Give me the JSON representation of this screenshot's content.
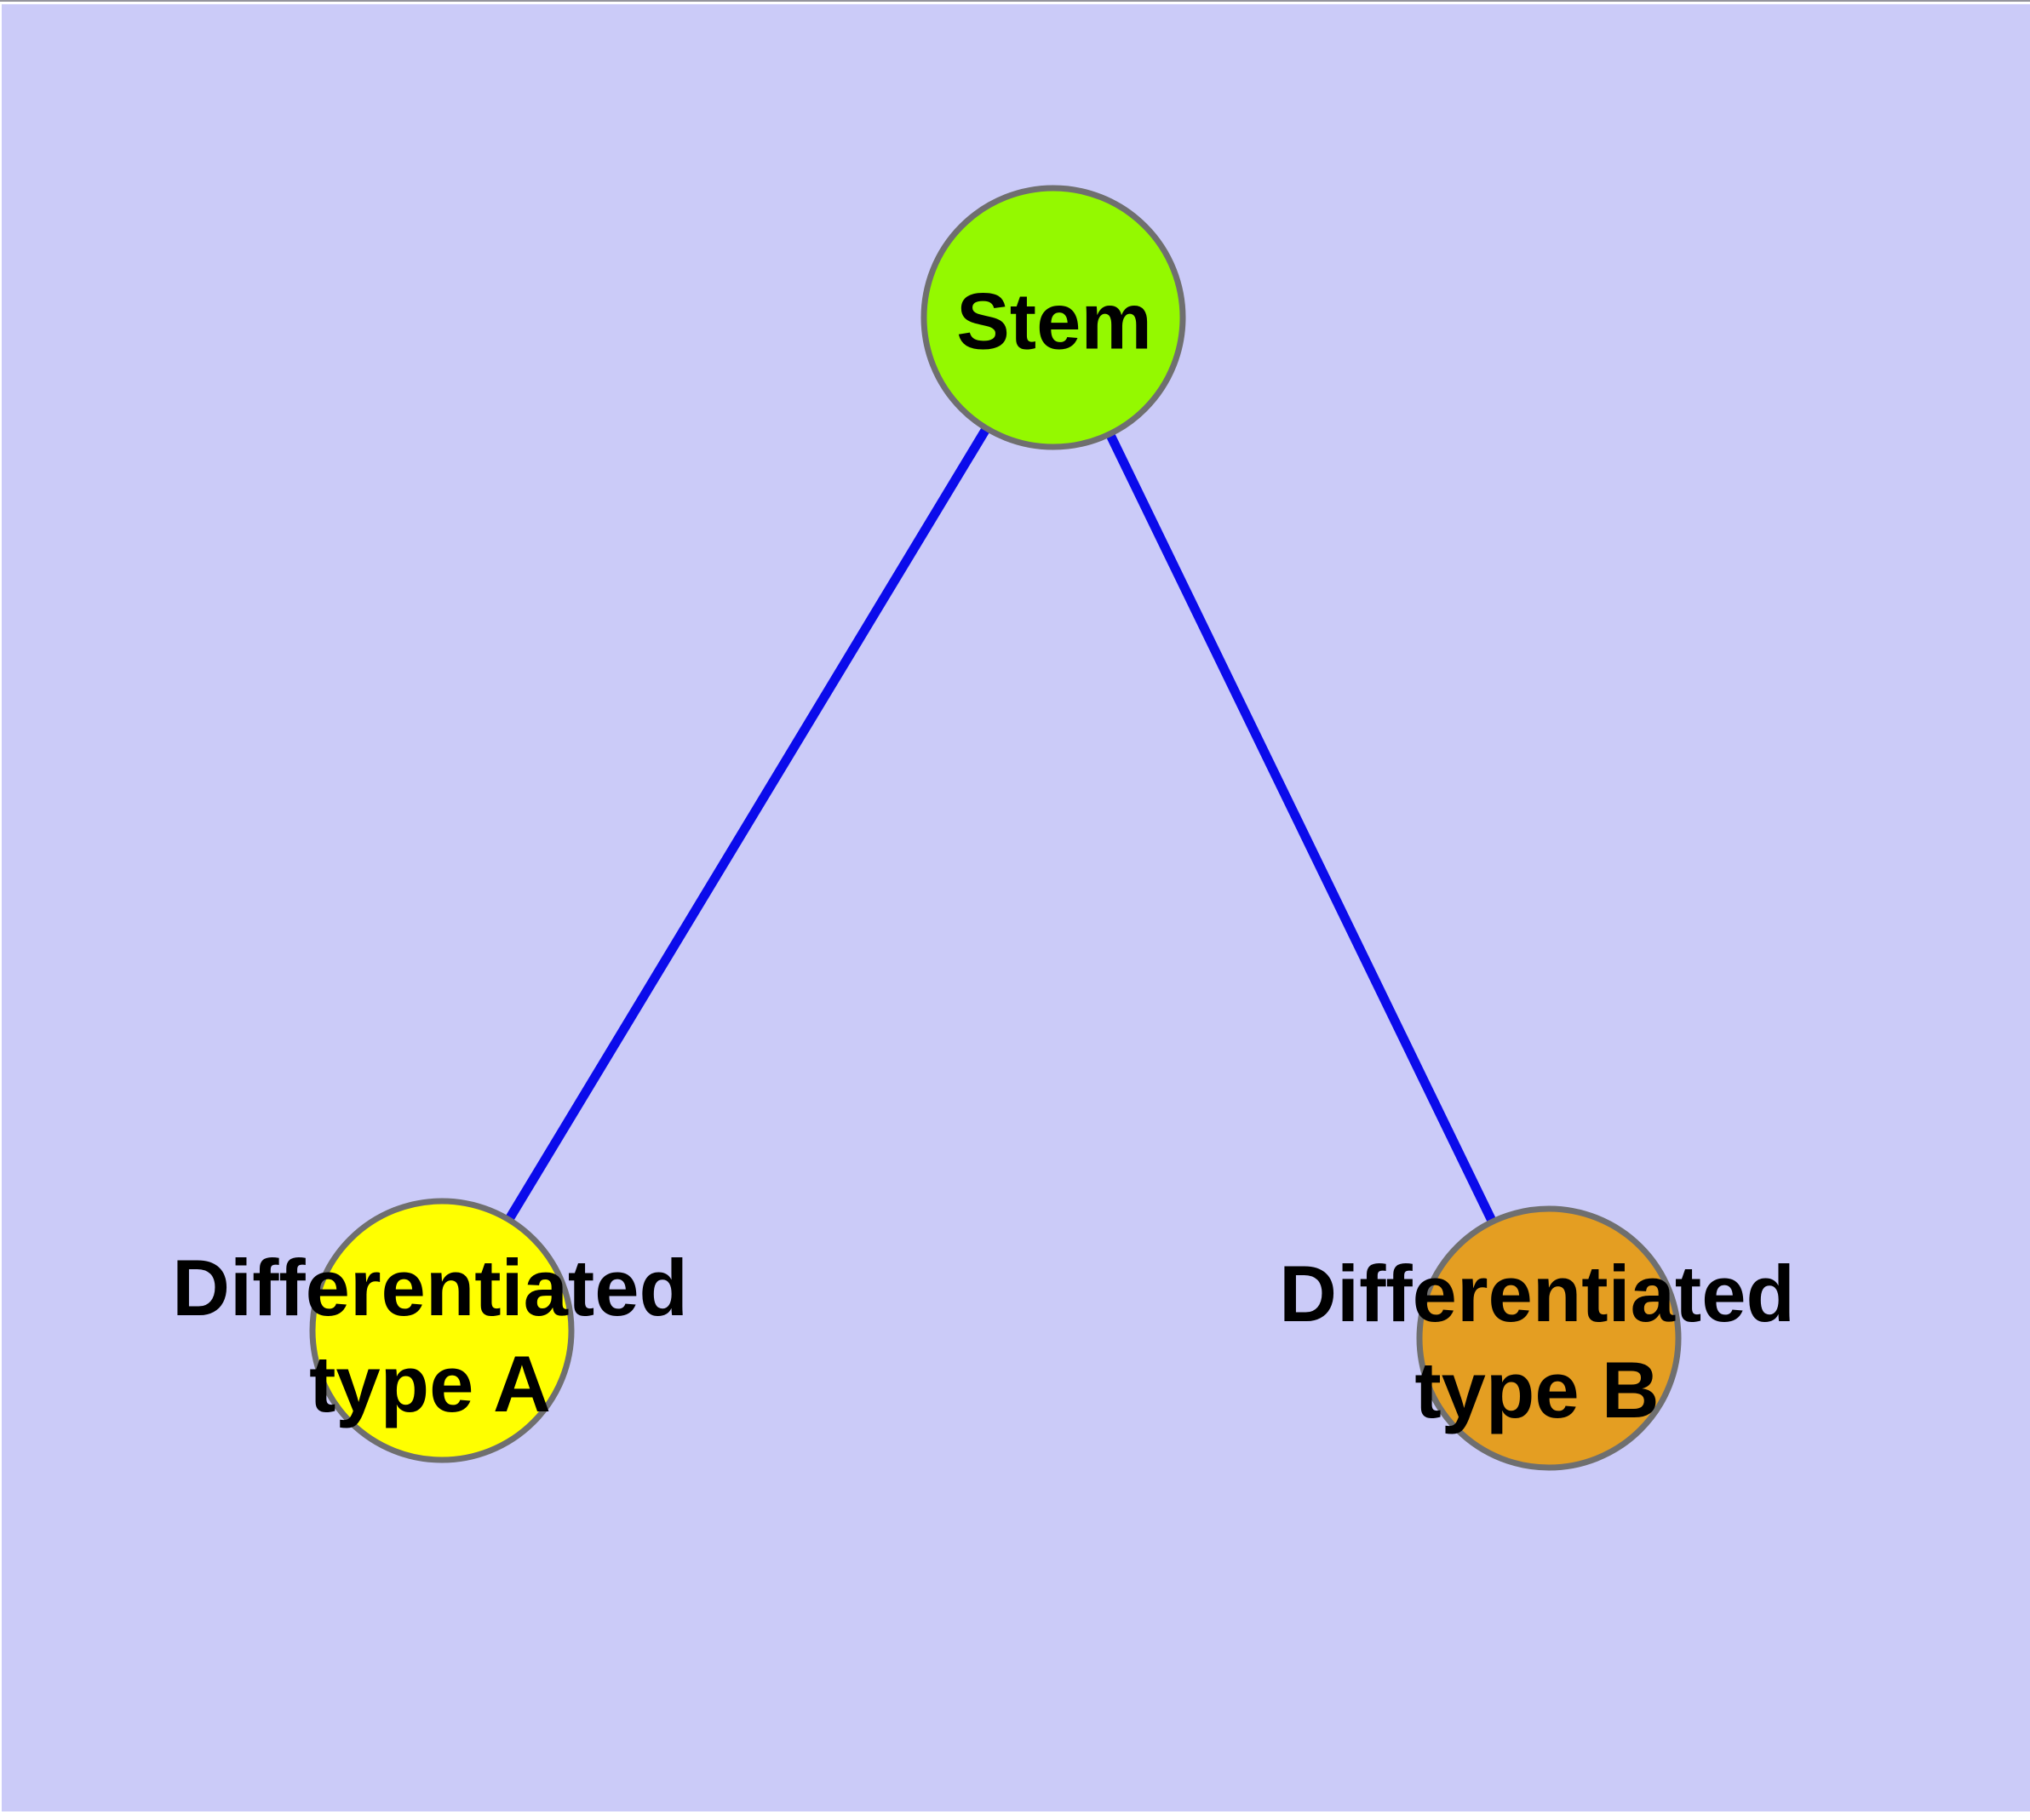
{
  "page": {
    "background_color": "#ffffff",
    "top_edge_line_color": "#94949c"
  },
  "canvas": {
    "fill": "#cbcbf8"
  },
  "graph": {
    "edge_color": "#0b0beb",
    "edge_width": 11,
    "node_stroke_color": "#6f6f6f",
    "node_stroke_width": 7,
    "label_color": "#000000",
    "nodes": [
      {
        "id": "stem",
        "label": "Stem",
        "line1": "Stem",
        "line2": "",
        "fill": "#94f900"
      },
      {
        "id": "differentiated-type-a",
        "label": "Differentiated type A",
        "line1": "Differentiated",
        "line2": "type A",
        "fill": "#ffff00"
      },
      {
        "id": "differentiated-type-b",
        "label": "Differentiated type B",
        "line1": "Differentiated",
        "line2": "type B",
        "fill": "#e49e22"
      }
    ],
    "edges": [
      {
        "from": "Stem",
        "to": "Differentiated type A"
      },
      {
        "from": "Stem",
        "to": "Differentiated type B"
      }
    ]
  }
}
